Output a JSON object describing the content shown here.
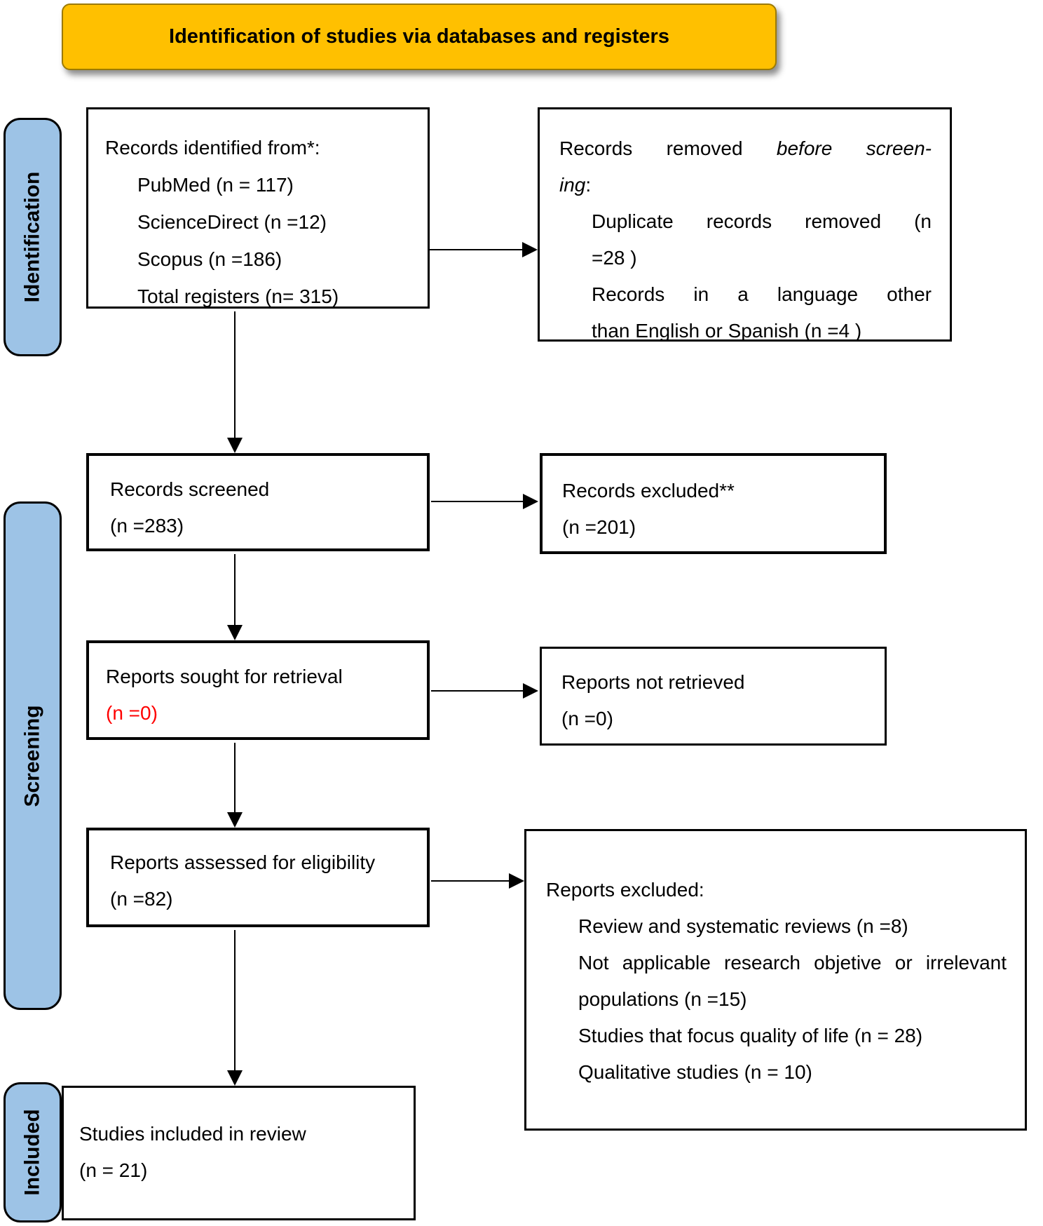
{
  "banner": {
    "title": "Identification of studies via databases and registers"
  },
  "stages": {
    "identification": "Identification",
    "screening": "Screening",
    "included": "Included"
  },
  "colors": {
    "banner_fill": "#FFC000",
    "banner_border": "#9C7A00",
    "stage_fill": "#9DC3E6",
    "line": "#000000",
    "alert_red": "#FF0000"
  },
  "boxes": {
    "records_identified": {
      "title": "Records identified from*:",
      "items": [
        "PubMed (n = 117)",
        "ScienceDirect (n =12)",
        "Scopus (n =186)",
        "Total registers (n= 315)"
      ]
    },
    "records_removed": {
      "line1_normal": "Records removed",
      "line1_italic": "before screen-",
      "line2_italic": "ing",
      "line2_normal": ":",
      "item1_line1": "Duplicate records removed (n",
      "item1_line2": "=28 )",
      "item2_line1": "Records in a language other",
      "item2_line2": "than English or Spanish (n =4 )"
    },
    "records_screened": {
      "line1": "Records screened",
      "line2": "(n =283)"
    },
    "records_excluded": {
      "line1": "Records excluded**",
      "line2": "(n =201)"
    },
    "reports_sought": {
      "line1": "Reports sought for retrieval",
      "line2": "(n =0)"
    },
    "reports_not_retrieved": {
      "line1": "Reports not retrieved",
      "line2": "(n =0)"
    },
    "reports_assessed": {
      "line1": "Reports assessed for eligibility",
      "line2": "(n =82)"
    },
    "reports_excluded": {
      "title": "Reports excluded:",
      "item1": "Review and systematic reviews (n =8)",
      "item2_line1": "Not applicable research objetive or irrelevant",
      "item2_line2": "populations (n =15)",
      "item3": "Studies that focus quality of life (n = 28)",
      "item4": "Qualitative studies (n = 10)"
    },
    "studies_included": {
      "line1": "Studies included in review",
      "line2": "(n = 21)"
    }
  }
}
